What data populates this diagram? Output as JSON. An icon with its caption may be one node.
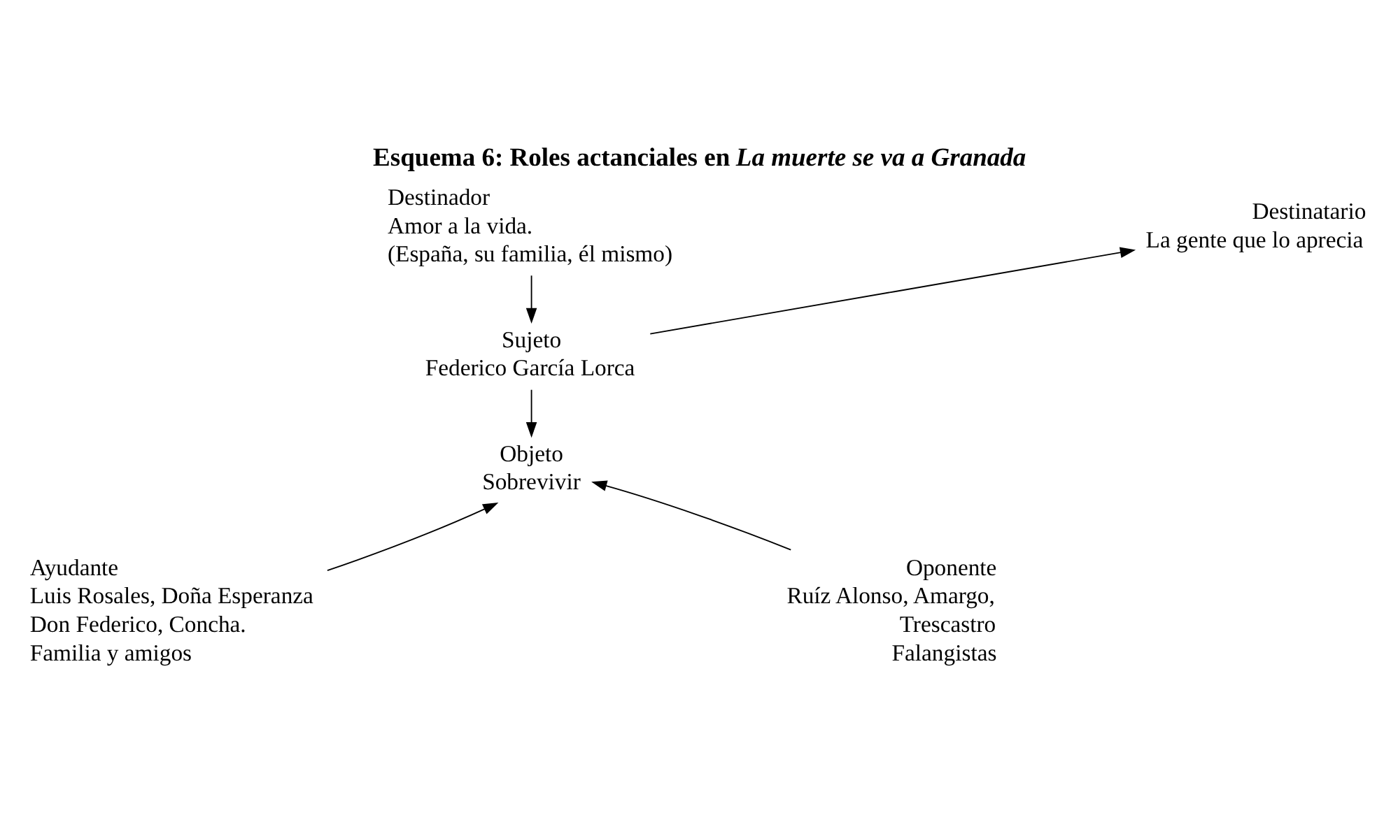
{
  "diagram": {
    "title": "Esquema 6: Roles actanciales en *La muerte se va a Granada*",
    "nodes": [
      {
        "text": [
          "Destinador",
          "Amor a la vida.",
          "(España, su familia, él mismo)"
        ]
      },
      {
        "text": [
          "Destinatario",
          "La gente que lo aprecia"
        ]
      },
      {
        "text": [
          "Sujeto",
          "Federico García Lorca"
        ]
      },
      {
        "text": [
          "Objeto",
          "Sobrevivir"
        ]
      },
      {
        "text": [
          "Ayudante",
          "Luis Rosales, Doña Esperanza",
          "Don Federico, Concha.",
          "Familia y amigos"
        ]
      },
      {
        "text": [
          "Oponente",
          "Ruíz Alonso, Amargo,",
          "Trescastro",
          "Falangistas"
        ]
      }
    ],
    "edges": [
      {
        "from": 0,
        "to": 2,
        "arrow": "to"
      },
      {
        "from": 2,
        "to": 1,
        "arrow": "to"
      },
      {
        "from": 2,
        "to": 3,
        "arrow": "to"
      },
      {
        "from": 4,
        "to": 3,
        "arrow": "to"
      },
      {
        "from": 5,
        "to": 3,
        "arrow": "to"
      }
    ]
  }
}
